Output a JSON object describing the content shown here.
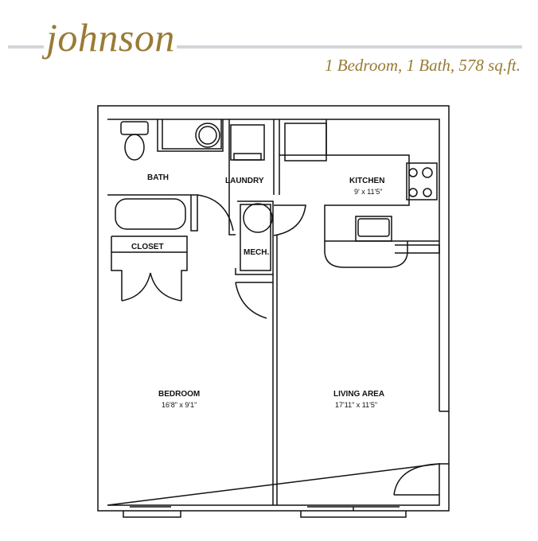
{
  "header": {
    "plan_name": "johnson",
    "summary": "1 Bedroom, 1 Bath, 578 sq.ft.",
    "accent_color": "#9a7a35",
    "rule_color": "#d4d5db"
  },
  "rooms": {
    "bath": {
      "label": "BATH"
    },
    "laundry": {
      "label": "LAUNDRY"
    },
    "kitchen": {
      "label": "KITCHEN",
      "dims": "9' x 11'5\""
    },
    "closet": {
      "label": "CLOSET"
    },
    "mech": {
      "label": "MECH."
    },
    "bedroom": {
      "label": "BEDROOM",
      "dims": "16'8\" x 9'1\""
    },
    "living": {
      "label": "LIVING AREA",
      "dims": "17'11\" x 11'5\""
    }
  }
}
